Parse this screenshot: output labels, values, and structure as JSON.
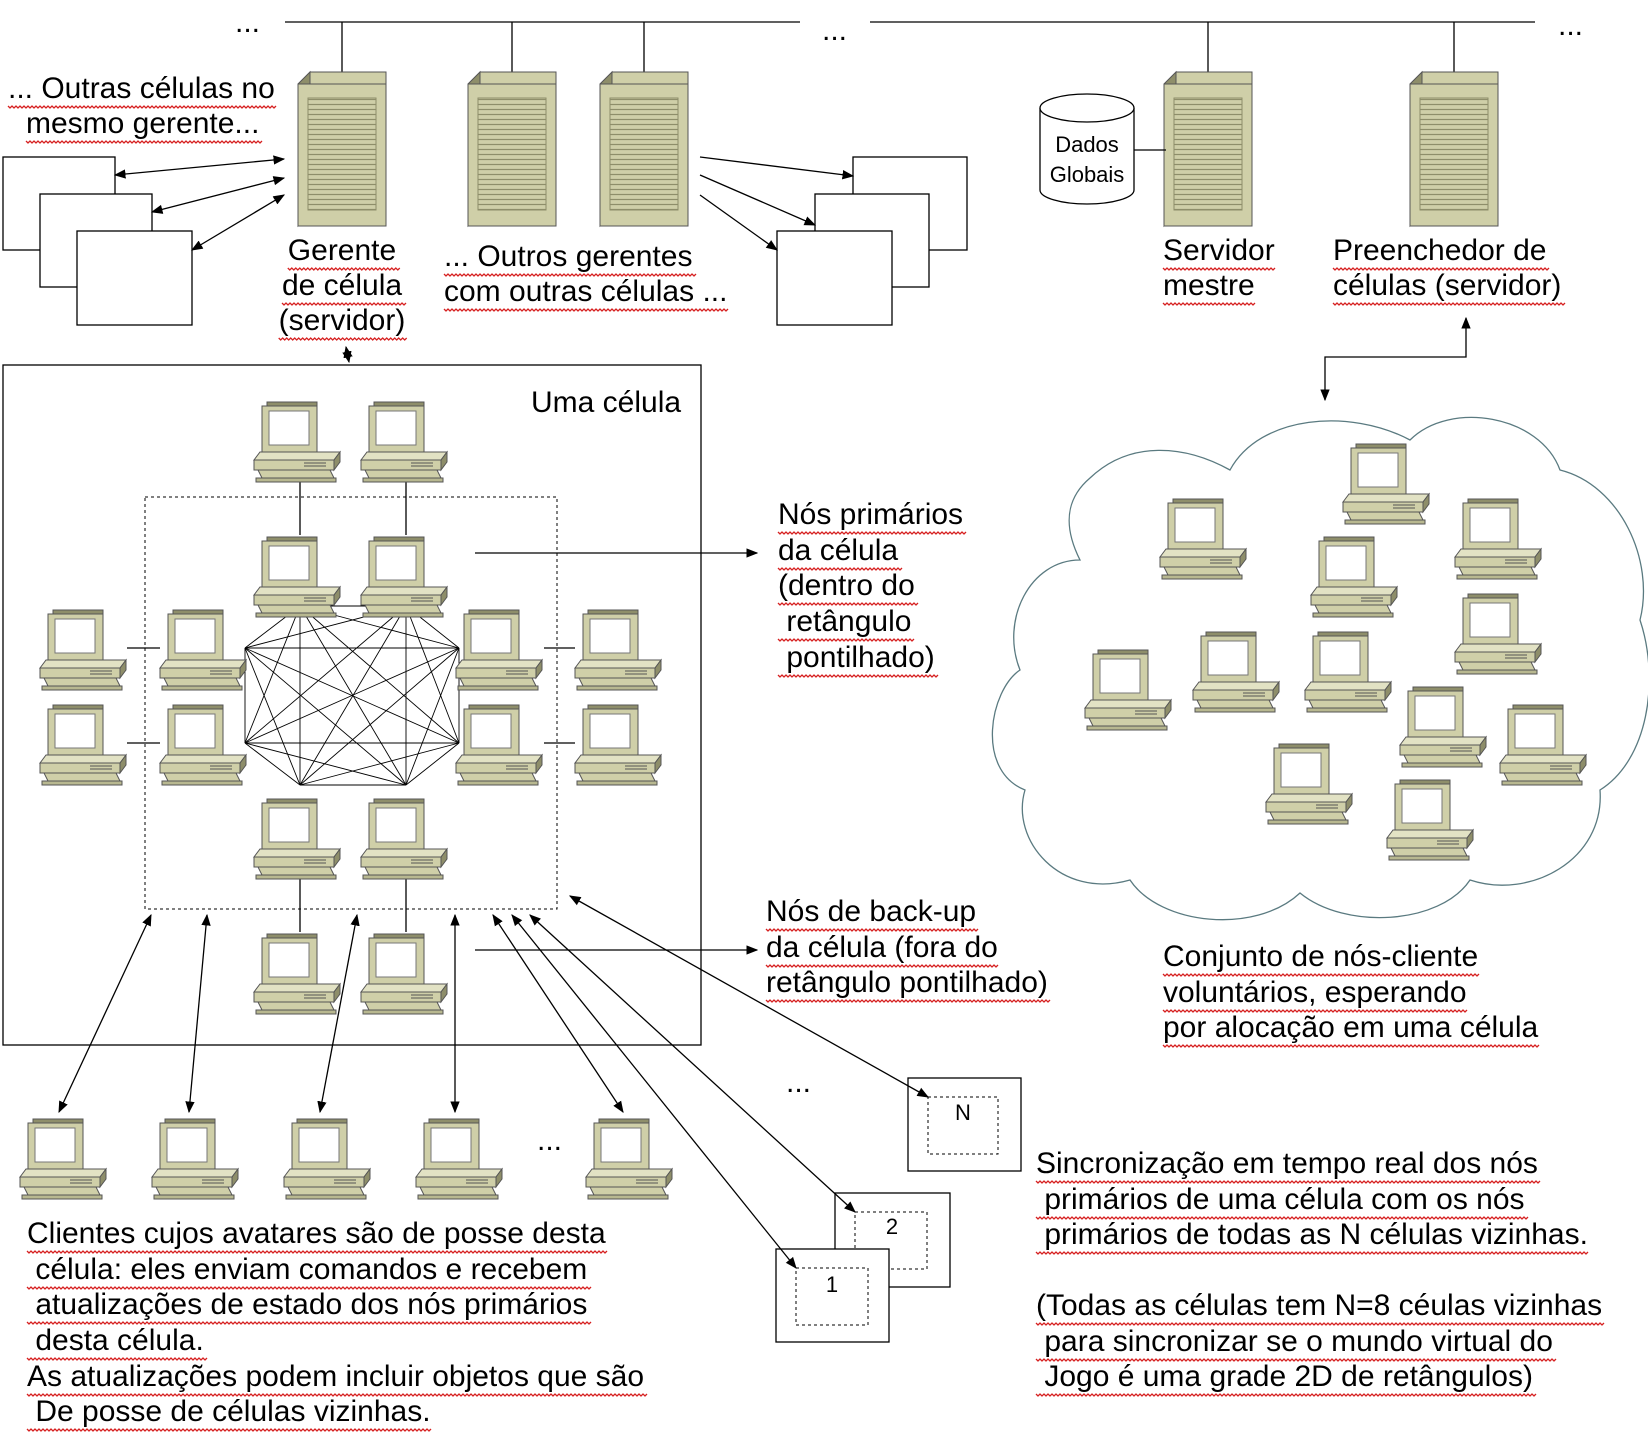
{
  "ellipses": {
    "top_left": "...",
    "top_mid": "...",
    "top_right": "...",
    "clients_row": "...",
    "neighbors": "..."
  },
  "labels": {
    "other_cells_same_manager": [
      "... Outras células no",
      "mesmo gerente..."
    ],
    "cell_manager": [
      "Gerente",
      "de célula",
      "(servidor)"
    ],
    "other_managers": [
      "... Outros gerentes",
      "com outras células ..."
    ],
    "global_data": [
      "Dados",
      "Globais"
    ],
    "master_server": [
      "Servidor",
      "mestre"
    ],
    "cell_filler": [
      "Preenchedor de",
      "células  (servidor)"
    ],
    "one_cell": "Uma célula",
    "primary_nodes": [
      "Nós primários",
      "da célula",
      "(dentro do",
      " retângulo",
      " pontilhado)"
    ],
    "backup_nodes": [
      "Nós de back-up",
      "da célula (fora do",
      "retângulo pontilhado)"
    ],
    "volunteer_pool": [
      "Conjunto de nós-cliente",
      "voluntários, esperando",
      "por alocação em uma célula"
    ],
    "clients": [
      "Clientes cujos avatares são de posse desta",
      "  célula: eles enviam comandos e recebem",
      "  atualizações de estado dos nós primários",
      "  desta célula.",
      "As atualizações podem incluir objetos que são",
      "  De posse de células vizinhas."
    ],
    "sync": [
      "Sincronização em tempo real dos nós",
      " primários de uma célula com os nós",
      " primários de todas as N células vizinhas.",
      "",
      "(Todas as células tem N=8 céulas vizinhas",
      "  para sincronizar se o mundo virtual do",
      "  Jogo é uma grade 2D de retângulos)"
    ]
  },
  "neighbor_cells": [
    "N",
    "2",
    "1"
  ],
  "colors": {
    "device_fill": "#cfcfa8",
    "device_dark": "#8e8e6a",
    "screen": "#ffffff",
    "cloud_stroke": "#5a7a80",
    "spellcheck": "#d62020"
  }
}
